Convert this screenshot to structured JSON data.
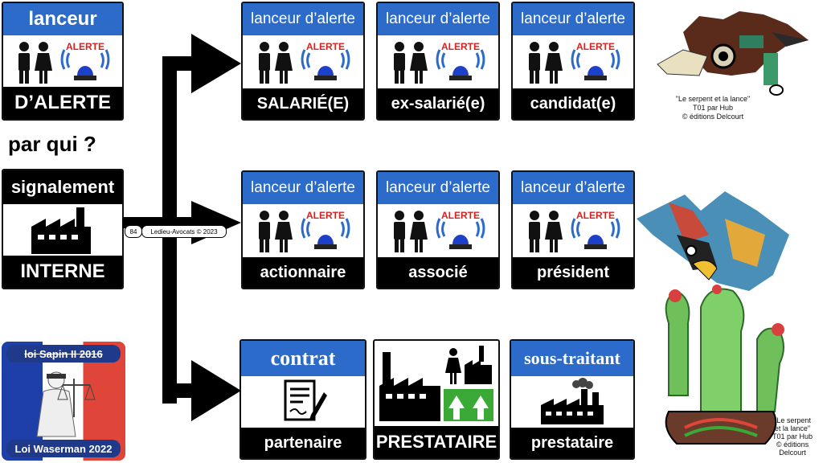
{
  "left": {
    "lanceur": "lanceur",
    "dalerte": "D’ALERTE",
    "par_qui": "par qui ?",
    "signalement": "signalement",
    "interne": "INTERNE",
    "alerte_word": "ALERTE"
  },
  "footer": {
    "page": "84",
    "copyright": "Ledieu-Avocats  ©  2023"
  },
  "law": {
    "old": "loi Sapin II 2016",
    "new": "Loi Waserman 2022"
  },
  "cards": [
    {
      "top": "lanceur d’alerte",
      "bottom": "SALARIÉ(E)"
    },
    {
      "top": "lanceur d’alerte",
      "bottom": "ex-salarié(e)"
    },
    {
      "top": "lanceur d’alerte",
      "bottom": "candidat(e)"
    },
    {
      "top": "lanceur d’alerte",
      "bottom": "actionnaire"
    },
    {
      "top": "lanceur d’alerte",
      "bottom": "associé"
    },
    {
      "top": "lanceur d’alerte",
      "bottom": "président"
    }
  ],
  "bottom_cards": {
    "contrat_top": "contrat",
    "contrat_bottom": "partenaire",
    "prestataire_bottom": "PRESTATAIRE",
    "sous_top": "sous-traitant",
    "sous_bottom": "prestataire"
  },
  "credits": {
    "c1": [
      "\"Le serpent et la lance\"",
      "T01 par Hub",
      "© éditions Delcourt"
    ],
    "c2": [
      "\"Le serpent",
      "et la lance\"",
      "T01 par Hub",
      "© éditions",
      "Delcourt"
    ]
  },
  "colors": {
    "blue": "#2c6bc9",
    "green": "#3aa935",
    "black": "#000000"
  }
}
